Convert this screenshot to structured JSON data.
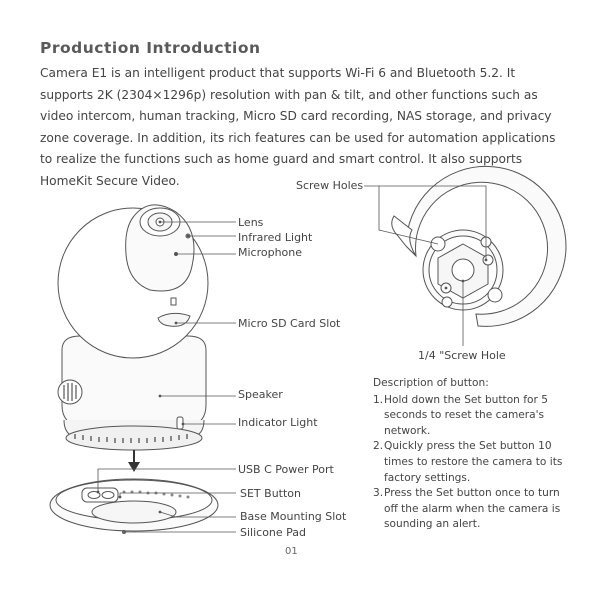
{
  "page": {
    "title": "Production Introduction",
    "intro": "Camera E1 is an intelligent product that supports Wi-Fi 6 and Bluetooth 5.2. It supports 2K (2304×1296p) resolution with pan & tilt, and other functions such as video intercom, human tracking, Micro SD card recording, NAS storage, and privacy zone coverage. In addition, its rich features can be used for automation applications to realize the functions such as home guard and smart control. It also supports HomeKit Secure Video.",
    "page_number": "01"
  },
  "labels": {
    "lens": "Lens",
    "infrared_light": "Infrared Light",
    "microphone": "Microphone",
    "micro_sd_slot": "Micro SD Card Slot",
    "speaker": "Speaker",
    "indicator_light": "Indicator Light",
    "usb_c_port": "USB C Power Port",
    "set_button": "SET Button",
    "base_mounting_slot": "Base Mounting Slot",
    "silicone_pad": "Silicone Pad",
    "screw_holes": "Screw Holes",
    "screw_hole_quarter": "1/4 \"Screw Hole"
  },
  "button_description": {
    "title": "Description of button:",
    "items": [
      {
        "num": "1.",
        "text": "Hold down the Set button for 5 seconds to reset the camera's network."
      },
      {
        "num": "2.",
        "text": "Quickly press the Set button 10 times to restore the camera to its factory settings."
      },
      {
        "num": "3.",
        "text": "Press the Set button once to turn off the alarm when the camera is sounding an alert."
      }
    ]
  }
}
